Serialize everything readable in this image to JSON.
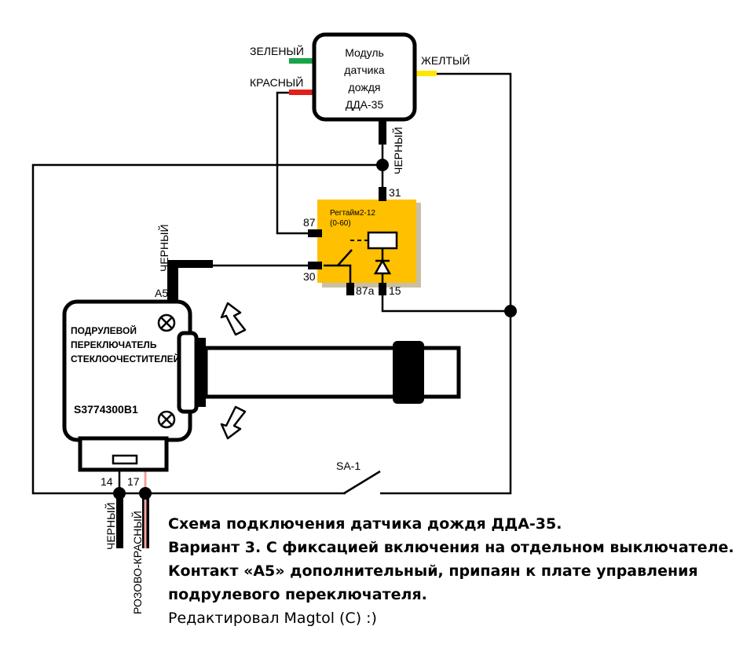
{
  "module": {
    "lines": [
      "Модуль",
      "датчика",
      "дождя",
      "ДДА-35"
    ]
  },
  "wire_labels": {
    "green": "ЗЕЛЕНЫЙ",
    "red": "КРАСНЫЙ",
    "yellow": "ЖЕЛТЫЙ",
    "black_module": "ЧЕРНЫЙ",
    "black_a5": "ЧЕРНЫЙ",
    "black_14": "ЧЕРНЫЙ",
    "pink_red_17": "РОЗОВО-КРАСНЫЙ"
  },
  "relay": {
    "title": "Регтайм2-12",
    "subtitle": "(0-60)",
    "pin_31": "31",
    "pin_87": "87",
    "pin_30": "30",
    "pin_87a": "87а",
    "pin_15": "15"
  },
  "switch": {
    "pin_a5": "A5",
    "lines": [
      "ПОДРУЛЕВОЙ",
      "ПЕРЕКЛЮЧАТЕЛЬ",
      "СТЕКЛООЧЕСТИТЕЛЕЙ"
    ],
    "part_number": "S3774300B1",
    "pin_14": "14",
    "pin_17": "17"
  },
  "sa1_label": "SA-1",
  "caption": {
    "line1": "Схема подключения датчика дождя ДДА-35.",
    "line2": "Вариант 3. С фиксацией включения на отдельном выключателе.",
    "line3": "Контакт «A5» дополнительный, припаян к плате управления",
    "line4": "подрулевого переключателя.",
    "line5": "Редактировал Magtol (C) :)"
  },
  "colors": {
    "wire_green": "#1aa44a",
    "wire_red": "#e0201e",
    "wire_yellow": "#ffe600",
    "relay_fill": "#ffc000",
    "relay_shadow": "#c8bfa6",
    "pink_wire": "#f2a0a0"
  }
}
